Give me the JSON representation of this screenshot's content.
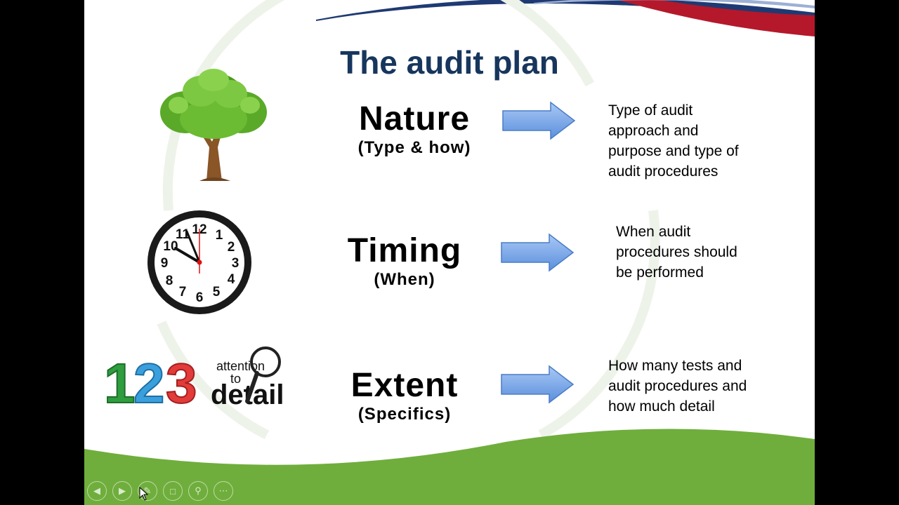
{
  "slide": {
    "title": "The audit plan",
    "rows": [
      {
        "term": "Nature",
        "subtitle": "(Type & how)",
        "description": [
          "Type of audit",
          "approach and",
          "purpose and type of",
          "audit procedures"
        ],
        "image": "tree-image"
      },
      {
        "term": "Timing",
        "subtitle": "(When)",
        "description": [
          "When audit",
          "procedures should",
          "be performed"
        ],
        "image": "clock-image"
      },
      {
        "term": "Extent",
        "subtitle": "(Specifics)",
        "description": [
          "How many tests and",
          "audit procedures and",
          "how much detail"
        ],
        "image": "123-attention-to-detail-image"
      }
    ],
    "image_text": {
      "numbers": "123",
      "attention": "attention",
      "to": "to",
      "detail": "detail"
    },
    "clock_numerals": [
      "12",
      "1",
      "2",
      "3",
      "4",
      "5",
      "6",
      "7",
      "8",
      "9",
      "10",
      "11"
    ]
  },
  "colors": {
    "title": "#17365d",
    "arrow": "#6f9fe6",
    "ground": "#6fae3c",
    "swoosh_blue": "#1f3a73",
    "swoosh_red": "#b5182b"
  },
  "controls": [
    "previous-slide",
    "next-slide",
    "pen-tool",
    "see-all-slides",
    "zoom",
    "more-options"
  ]
}
